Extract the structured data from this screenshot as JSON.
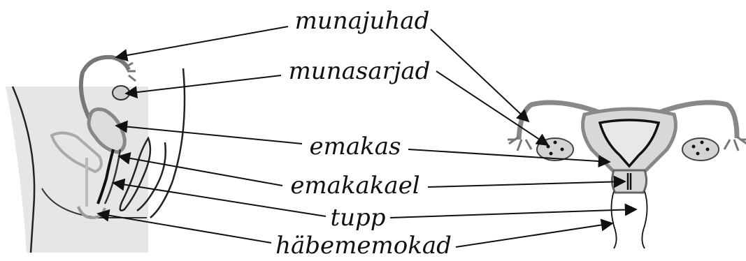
{
  "labels": {
    "fallopian_tubes": "munajuhad",
    "ovaries": "munasarjad",
    "uterus": "emakas",
    "cervix": "emakakael",
    "vagina": "tupp",
    "labia": "häbememokad"
  }
}
